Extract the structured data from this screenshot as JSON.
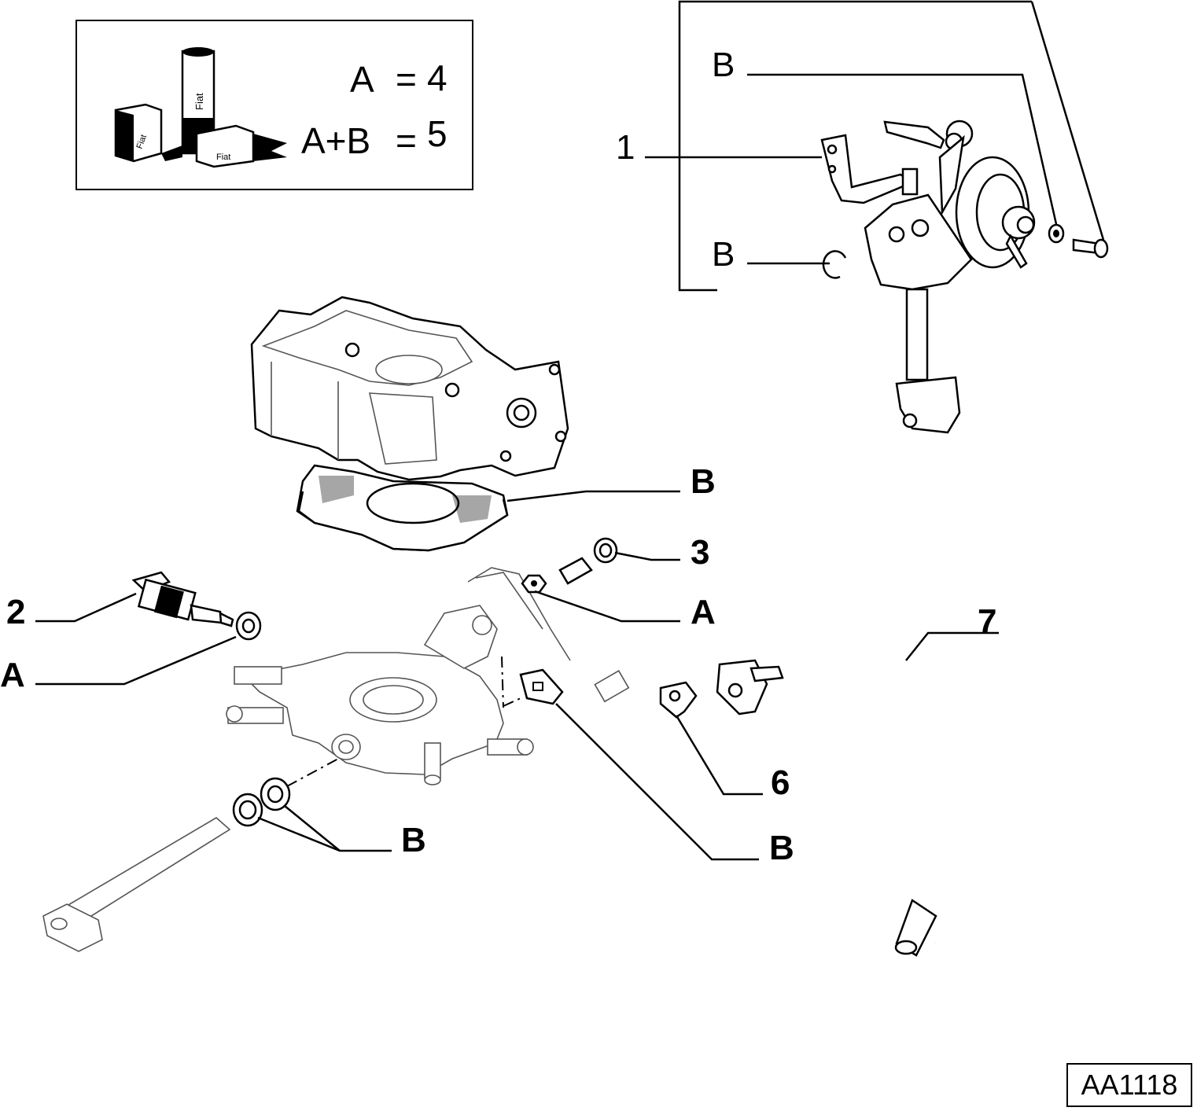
{
  "legend": {
    "row1": {
      "key": "A",
      "eq": "=",
      "value": "4"
    },
    "row2": {
      "key": "A+B",
      "eq": "=",
      "value": "5"
    },
    "tube_text": "Fiat",
    "can_text_1": "Fiat",
    "can_text_2": "Fiat"
  },
  "callouts": {
    "c1": "1",
    "c2": "2",
    "c3": "3",
    "c6": "6",
    "c7": "7",
    "b_top": "B",
    "b_mid": "B",
    "b_gasket": "B",
    "a_nut": "A",
    "a_washer": "A",
    "b_springs": "B",
    "b_cam": "B"
  },
  "reference": "AA1118"
}
